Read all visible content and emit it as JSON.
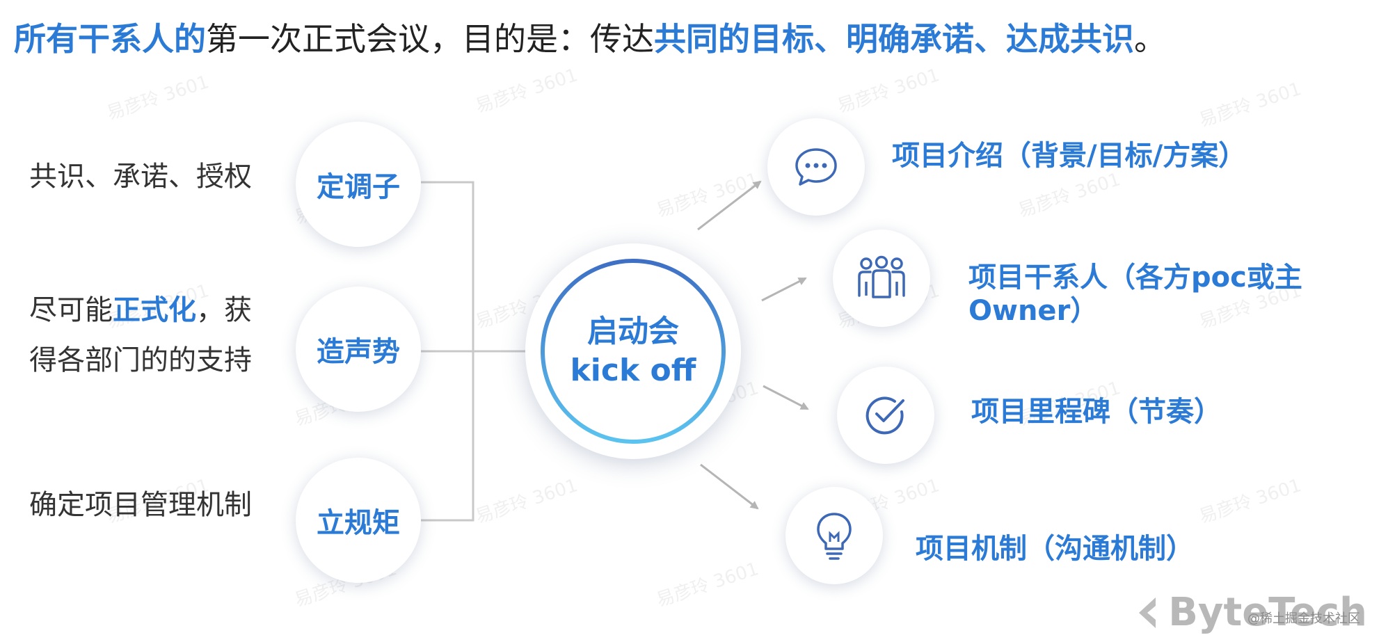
{
  "title": {
    "part1": "所有干系人的",
    "part2": "第一次正式会议，目的是：传达",
    "part3": "共同的目标、明确承诺、达成共识",
    "part4": "。"
  },
  "left": [
    {
      "circle": "定调子",
      "text_lines": [
        "共识、承诺、授权"
      ]
    },
    {
      "circle": "造声势",
      "text_line1_pre": "尽可能",
      "text_line1_hl": "正式化",
      "text_line1_post": "，获",
      "text_line2": "得各部门的的支持"
    },
    {
      "circle": "立规矩",
      "text_lines": [
        "确定项目管理机制"
      ]
    }
  ],
  "center": {
    "line1": "启动会",
    "line2": "kick off"
  },
  "right": [
    {
      "icon": "chat-bubble-icon",
      "label": "项目介绍（背景/目标/方案）"
    },
    {
      "icon": "people-group-icon",
      "label_line1": "项目干系人（各方poc或主",
      "label_line2": "Owner）"
    },
    {
      "icon": "check-circle-icon",
      "label": "项目里程碑（节奏）"
    },
    {
      "icon": "lightbulb-icon",
      "label": "项目机制（沟通机制）"
    }
  ],
  "watermark": "易彦玲 3601",
  "brand": "ByteTech",
  "footer_note": "@稀土掘金技术社区",
  "colors": {
    "accent": "#2b7bd6",
    "text": "#333333",
    "connector": "#c8c8c8",
    "arrow": "#b5b5b5"
  }
}
